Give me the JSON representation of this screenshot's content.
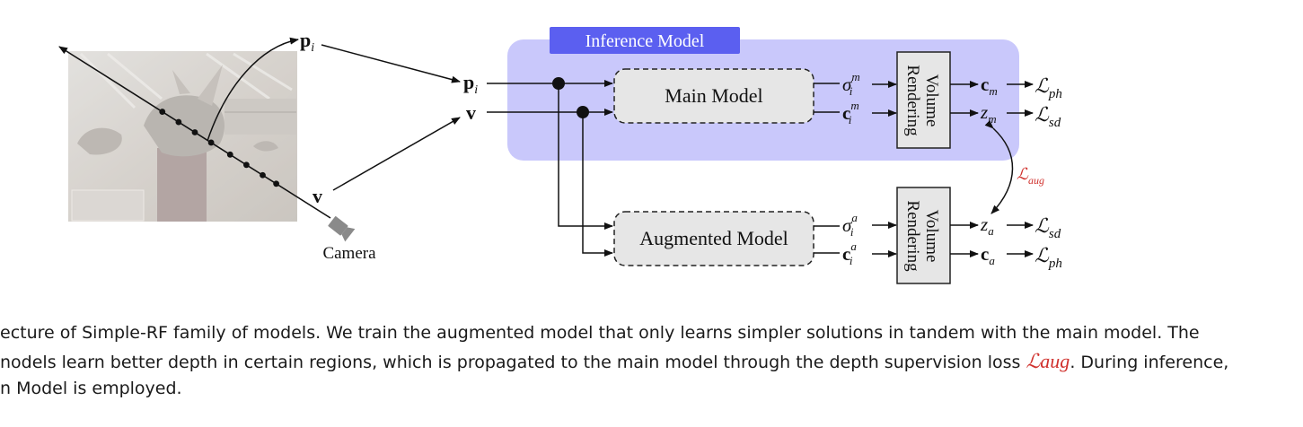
{
  "diagram": {
    "inference_box": {
      "title": "Inference Model",
      "bg_color": "#c9c8fb",
      "title_bg": "#5b5ff0",
      "title_color": "#ffffff"
    },
    "left": {
      "p_label": "p",
      "p_sub": "i",
      "v_label": "v",
      "camera_label": "Camera"
    },
    "inputs": {
      "p_label": "p",
      "p_sub": "i",
      "v_label": "v"
    },
    "main_model": {
      "label": "Main Model",
      "sigma": "σ",
      "sigma_sup": "m",
      "sigma_sub": "i",
      "c": "c",
      "c_sup": "m",
      "c_sub": "i",
      "renderer": [
        "Volume",
        "Rendering"
      ],
      "out_c": "c",
      "out_c_sub": "m",
      "out_z": "z",
      "out_z_sub": "m",
      "loss_ph": "ℒ",
      "loss_ph_sub": "ph",
      "loss_sd": "ℒ",
      "loss_sd_sub": "sd"
    },
    "aug_model": {
      "label": "Augmented Model",
      "sigma": "σ",
      "sigma_sup": "a",
      "sigma_sub": "i",
      "c": "c",
      "c_sup": "a",
      "c_sub": "i",
      "renderer": [
        "Volume",
        "Rendering"
      ],
      "out_z": "z",
      "out_z_sub": "a",
      "out_c": "c",
      "out_c_sub": "a",
      "loss_sd": "ℒ",
      "loss_sd_sub": "sd",
      "loss_ph": "ℒ",
      "loss_ph_sub": "ph"
    },
    "aug_loss": {
      "symbol": "ℒ",
      "sub": "aug",
      "color": "#d0312d"
    }
  },
  "caption": {
    "line1": "ecture of Simple-RF family of models. We train the augmented model that only learns simpler solutions in tandem with the main model. The",
    "line2_before": "nodels learn better depth in certain regions, which is propagated to the main model through the depth supervision loss ",
    "line2_loss": "ℒaug",
    "line2_after": ". During inference,",
    "line3": "n Model is employed."
  }
}
